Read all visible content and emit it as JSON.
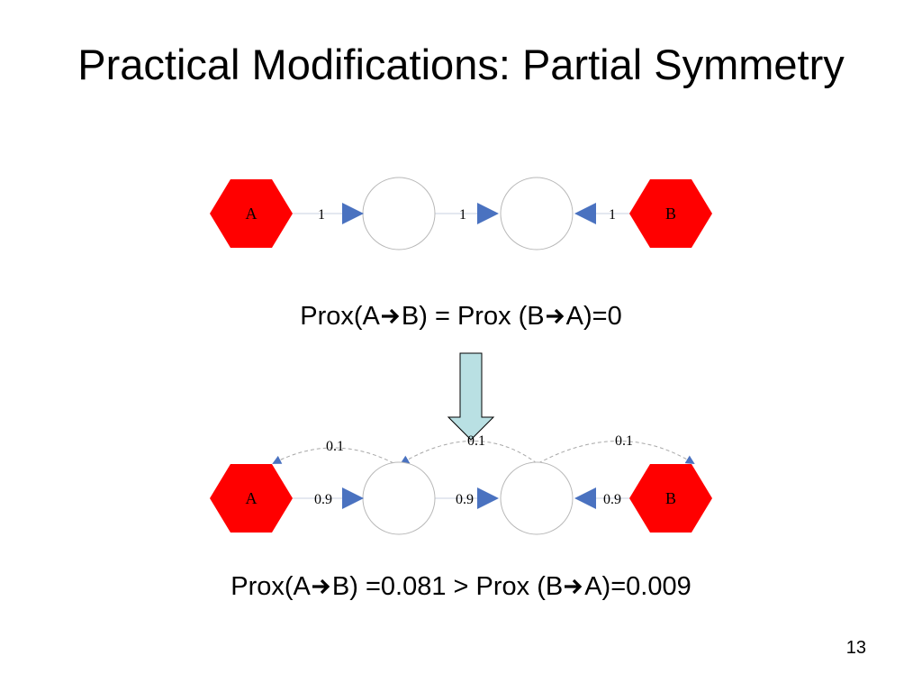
{
  "slide": {
    "title": "Practical Modifications: Partial Symmetry",
    "page_number": "13"
  },
  "top_graph": {
    "node_a": "A",
    "node_b": "B",
    "edge_labels": [
      "1",
      "1",
      "1"
    ]
  },
  "formula_top": {
    "part1": "Prox(A",
    "part2": "B) = Prox (B",
    "part3": "A)=0"
  },
  "bottom_graph": {
    "node_a": "A",
    "node_b": "B",
    "forward_labels": [
      "0.9",
      "0.9",
      "0.9"
    ],
    "backward_labels": [
      "0.1",
      "0.1",
      "0.1"
    ]
  },
  "formula_bottom": {
    "part1": "Prox(A",
    "part2": "B) =0.081 > Prox (B",
    "part3": "A)=0.009"
  },
  "colors": {
    "node_fill": "#ff0000",
    "arrow_fill": "#4a72c0",
    "transition_arrow_fill": "#b9e0e3"
  }
}
